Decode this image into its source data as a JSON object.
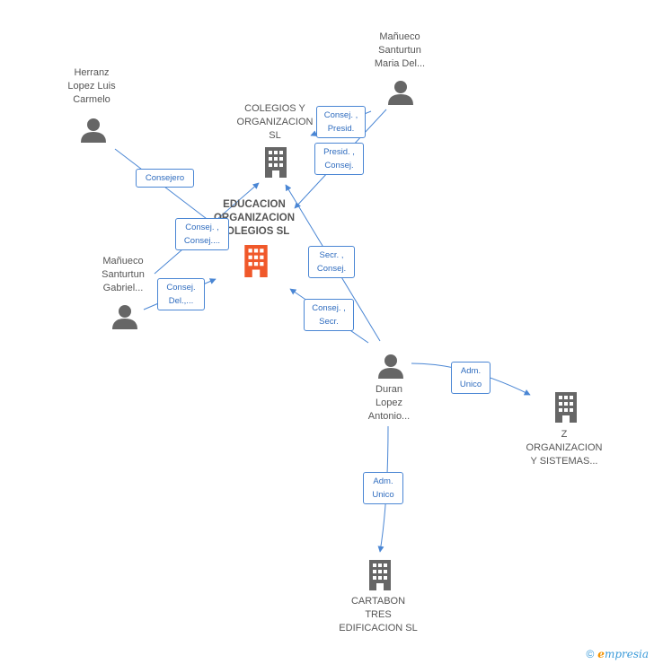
{
  "nodes": {
    "herranz": {
      "label": "Herranz\nLopez Luis\nCarmelo",
      "icon": "person-icon"
    },
    "manueco_maria": {
      "label": "Mañueco\nSanturtun\nMaria Del...",
      "icon": "person-icon"
    },
    "colegios": {
      "label": "COLEGIOS Y\nORGANIZACION\nSL",
      "icon": "building-icon"
    },
    "educacion": {
      "label": "EDUCACION\nORGANIZACION\nCOLEGIOS SL",
      "icon": "building-icon"
    },
    "manueco_gabriel": {
      "label": "Mañueco\nSanturtun\nGabriel...",
      "icon": "person-icon"
    },
    "duran": {
      "label": "Duran\nLopez\nAntonio...",
      "icon": "person-icon"
    },
    "z_org": {
      "label": "Z\nORGANIZACION\nY SISTEMAS...",
      "icon": "building-icon"
    },
    "cartabon": {
      "label": "CARTABON\nTRES\nEDIFICACION SL",
      "icon": "building-icon"
    }
  },
  "edges": {
    "consejero": "Consejero",
    "consej_presid": "Consej. ,\nPresid.",
    "presid_consej": "Presid. ,\nConsej.",
    "consej_consej": "Consej. ,\nConsej....",
    "consej_del": "Consej.\nDel.,...",
    "secr_consej": "Secr. ,\nConsej.",
    "consej_secr": "Consej. ,\nSecr.",
    "adm_unico_z": "Adm.\nUnico",
    "adm_unico_cartabon": "Adm.\nUnico"
  },
  "footer": {
    "copyright": "©",
    "brand_e": "e",
    "brand_rest": "mpresia"
  },
  "colors": {
    "edge": "#4a86d4",
    "building": "#666666",
    "main_building": "#f0582a",
    "person": "#666666"
  }
}
